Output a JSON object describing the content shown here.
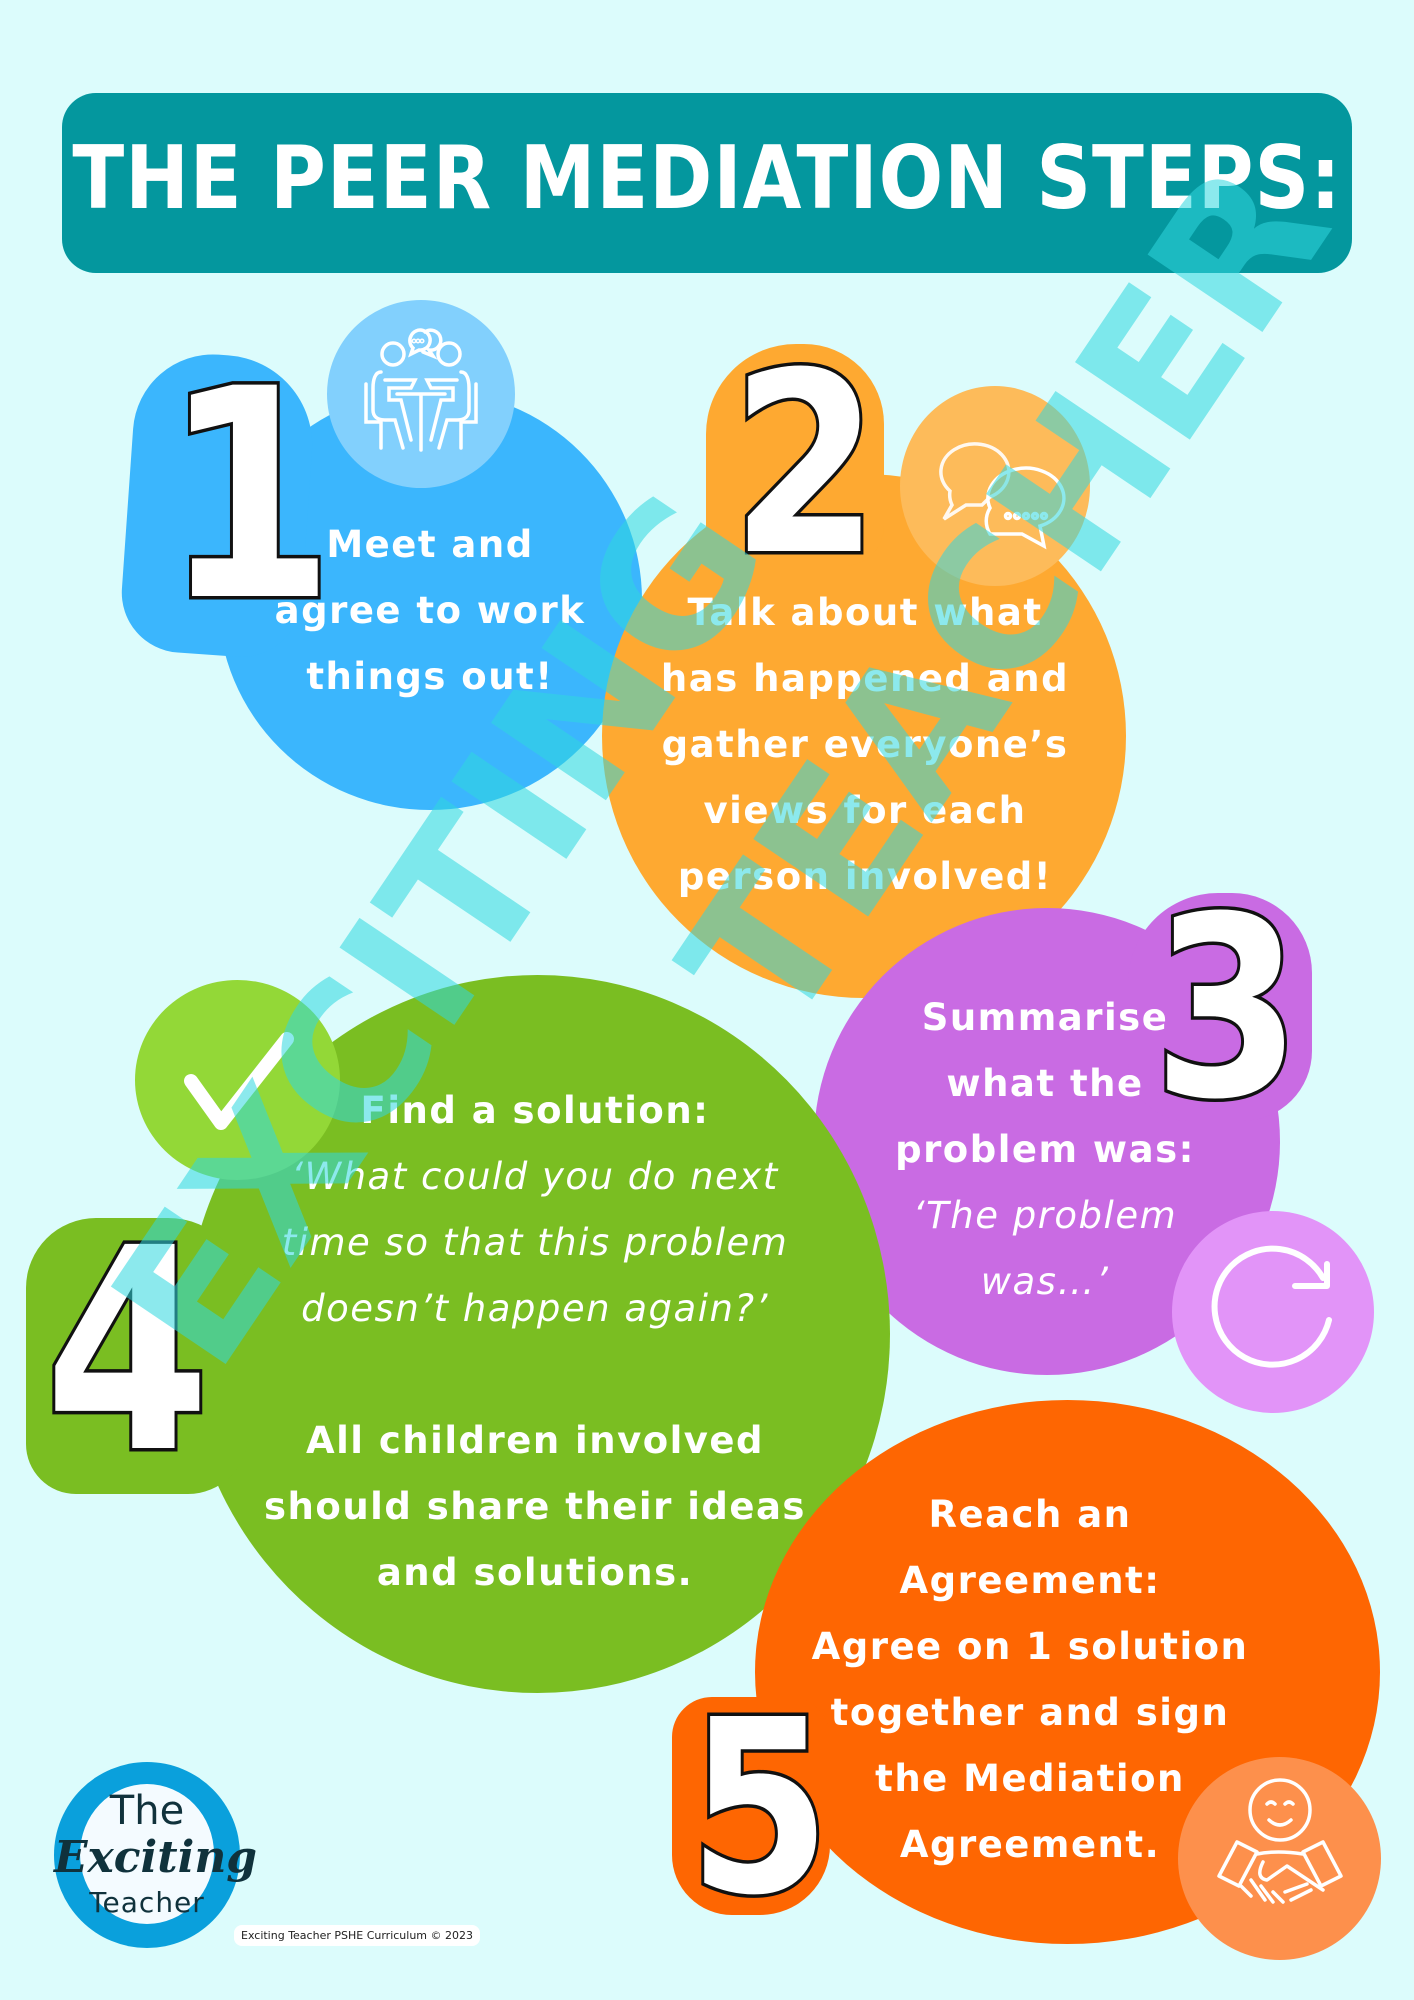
{
  "title": "THE PEER MEDIATION STEPS:",
  "colors": {
    "background": "#dcfcfc",
    "title_bar": "#04979e",
    "step1": "#3bb6fd",
    "step1_icon": "#82d0fd",
    "step2": "#fea931",
    "step2_icon": "#fdbb5a",
    "step3": "#c96be3",
    "step3_icon": "#e294f8",
    "step4": "#7abe22",
    "step4_icon": "#93d837",
    "step5": "#fe6602",
    "step5_icon": "#fd904c",
    "watermark": "#30d8df"
  },
  "steps": [
    {
      "number": "1",
      "icon": "meeting-table-icon",
      "lines": [
        "Meet and",
        "agree to work",
        "things out!"
      ]
    },
    {
      "number": "2",
      "icon": "speech-bubbles-icon",
      "lines": [
        "Talk about what",
        "has happened and",
        "gather everyone’s",
        "views for each",
        "person involved!"
      ]
    },
    {
      "number": "3",
      "icon": "refresh-icon",
      "lines": [
        "Summarise",
        "what the",
        "problem was:"
      ],
      "quote_lines": [
        "‘The problem",
        "was…’"
      ]
    },
    {
      "number": "4",
      "icon": "checkmark-icon",
      "heading": "Find a solution:",
      "quote_lines": [
        "‘What could you do next",
        "time so that this problem",
        "doesn’t happen again?’"
      ],
      "lines": [
        "All children involved",
        "should share their ideas",
        "and solutions."
      ]
    },
    {
      "number": "5",
      "icon": "handshake-icon",
      "lines": [
        "Reach an",
        "Agreement:",
        "Agree on 1 solution",
        "together and sign",
        "the Mediation",
        "Agreement."
      ]
    }
  ],
  "watermark": {
    "word1": "EXCITING",
    "word2": "TEACHER"
  },
  "logo": {
    "line1": "The",
    "line2": "Exciting",
    "line3": "Teacher"
  },
  "footer": "Exciting Teacher PSHE Curriculum © 2023"
}
